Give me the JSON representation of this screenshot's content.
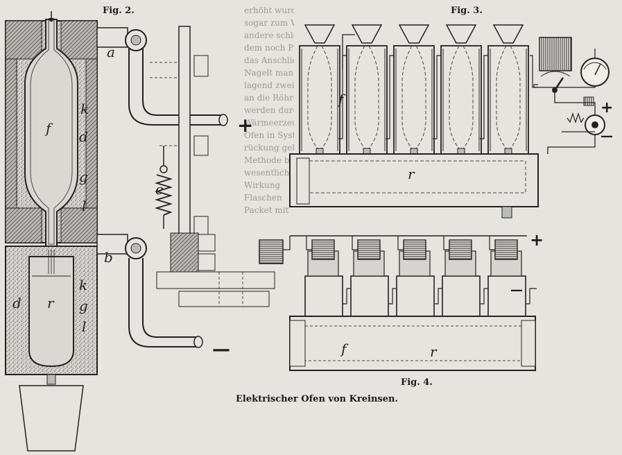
{
  "figures": {
    "fig2": "Fig. 2.",
    "fig3": "Fig. 3.",
    "fig4": "Fig. 4."
  },
  "caption": "Elektrischer Ofen von Kreinsen.",
  "fig2_letters": {
    "a": "a",
    "b": "b",
    "f": "f",
    "k_top": "k",
    "d_top": "d",
    "g_top": "g",
    "l_top": "l",
    "e": "e",
    "d_bot": "d",
    "r_bot": "r",
    "k_bot": "k",
    "g_bot": "g",
    "l_bot": "l"
  },
  "fig2_terminals": {
    "plus": "+",
    "minus": "—"
  },
  "fig3_letters": {
    "f": "f",
    "r": "r"
  },
  "fig3_terminals": {
    "plus": "+",
    "minus": "—"
  },
  "fig4_letters": {
    "f": "f",
    "r": "r"
  },
  "fig4_terminals": {
    "plus": "+",
    "minus": "—"
  },
  "background_text": [
    "erhöht wurde zur Umwandlung wird noch",
    "sogar zum Vorwärmen erhitzt. Andererseits",
    "andere schlechtere Ofen mit",
    "dem noch Platz für",
    "das Anschließen einer",
    "Nagelt man vorgestellt",
    "lagend zweitige Form",
    "an die Röhren Flasche",
    "werden durch die",
    "Wärmeerzeugung haben",
    "Ofen in Systeme",
    "rückung gebracht",
    "Methode benutzt",
    "wesentlich",
    "Wirkung",
    "Flaschen",
    "Packet mit"
  ]
}
